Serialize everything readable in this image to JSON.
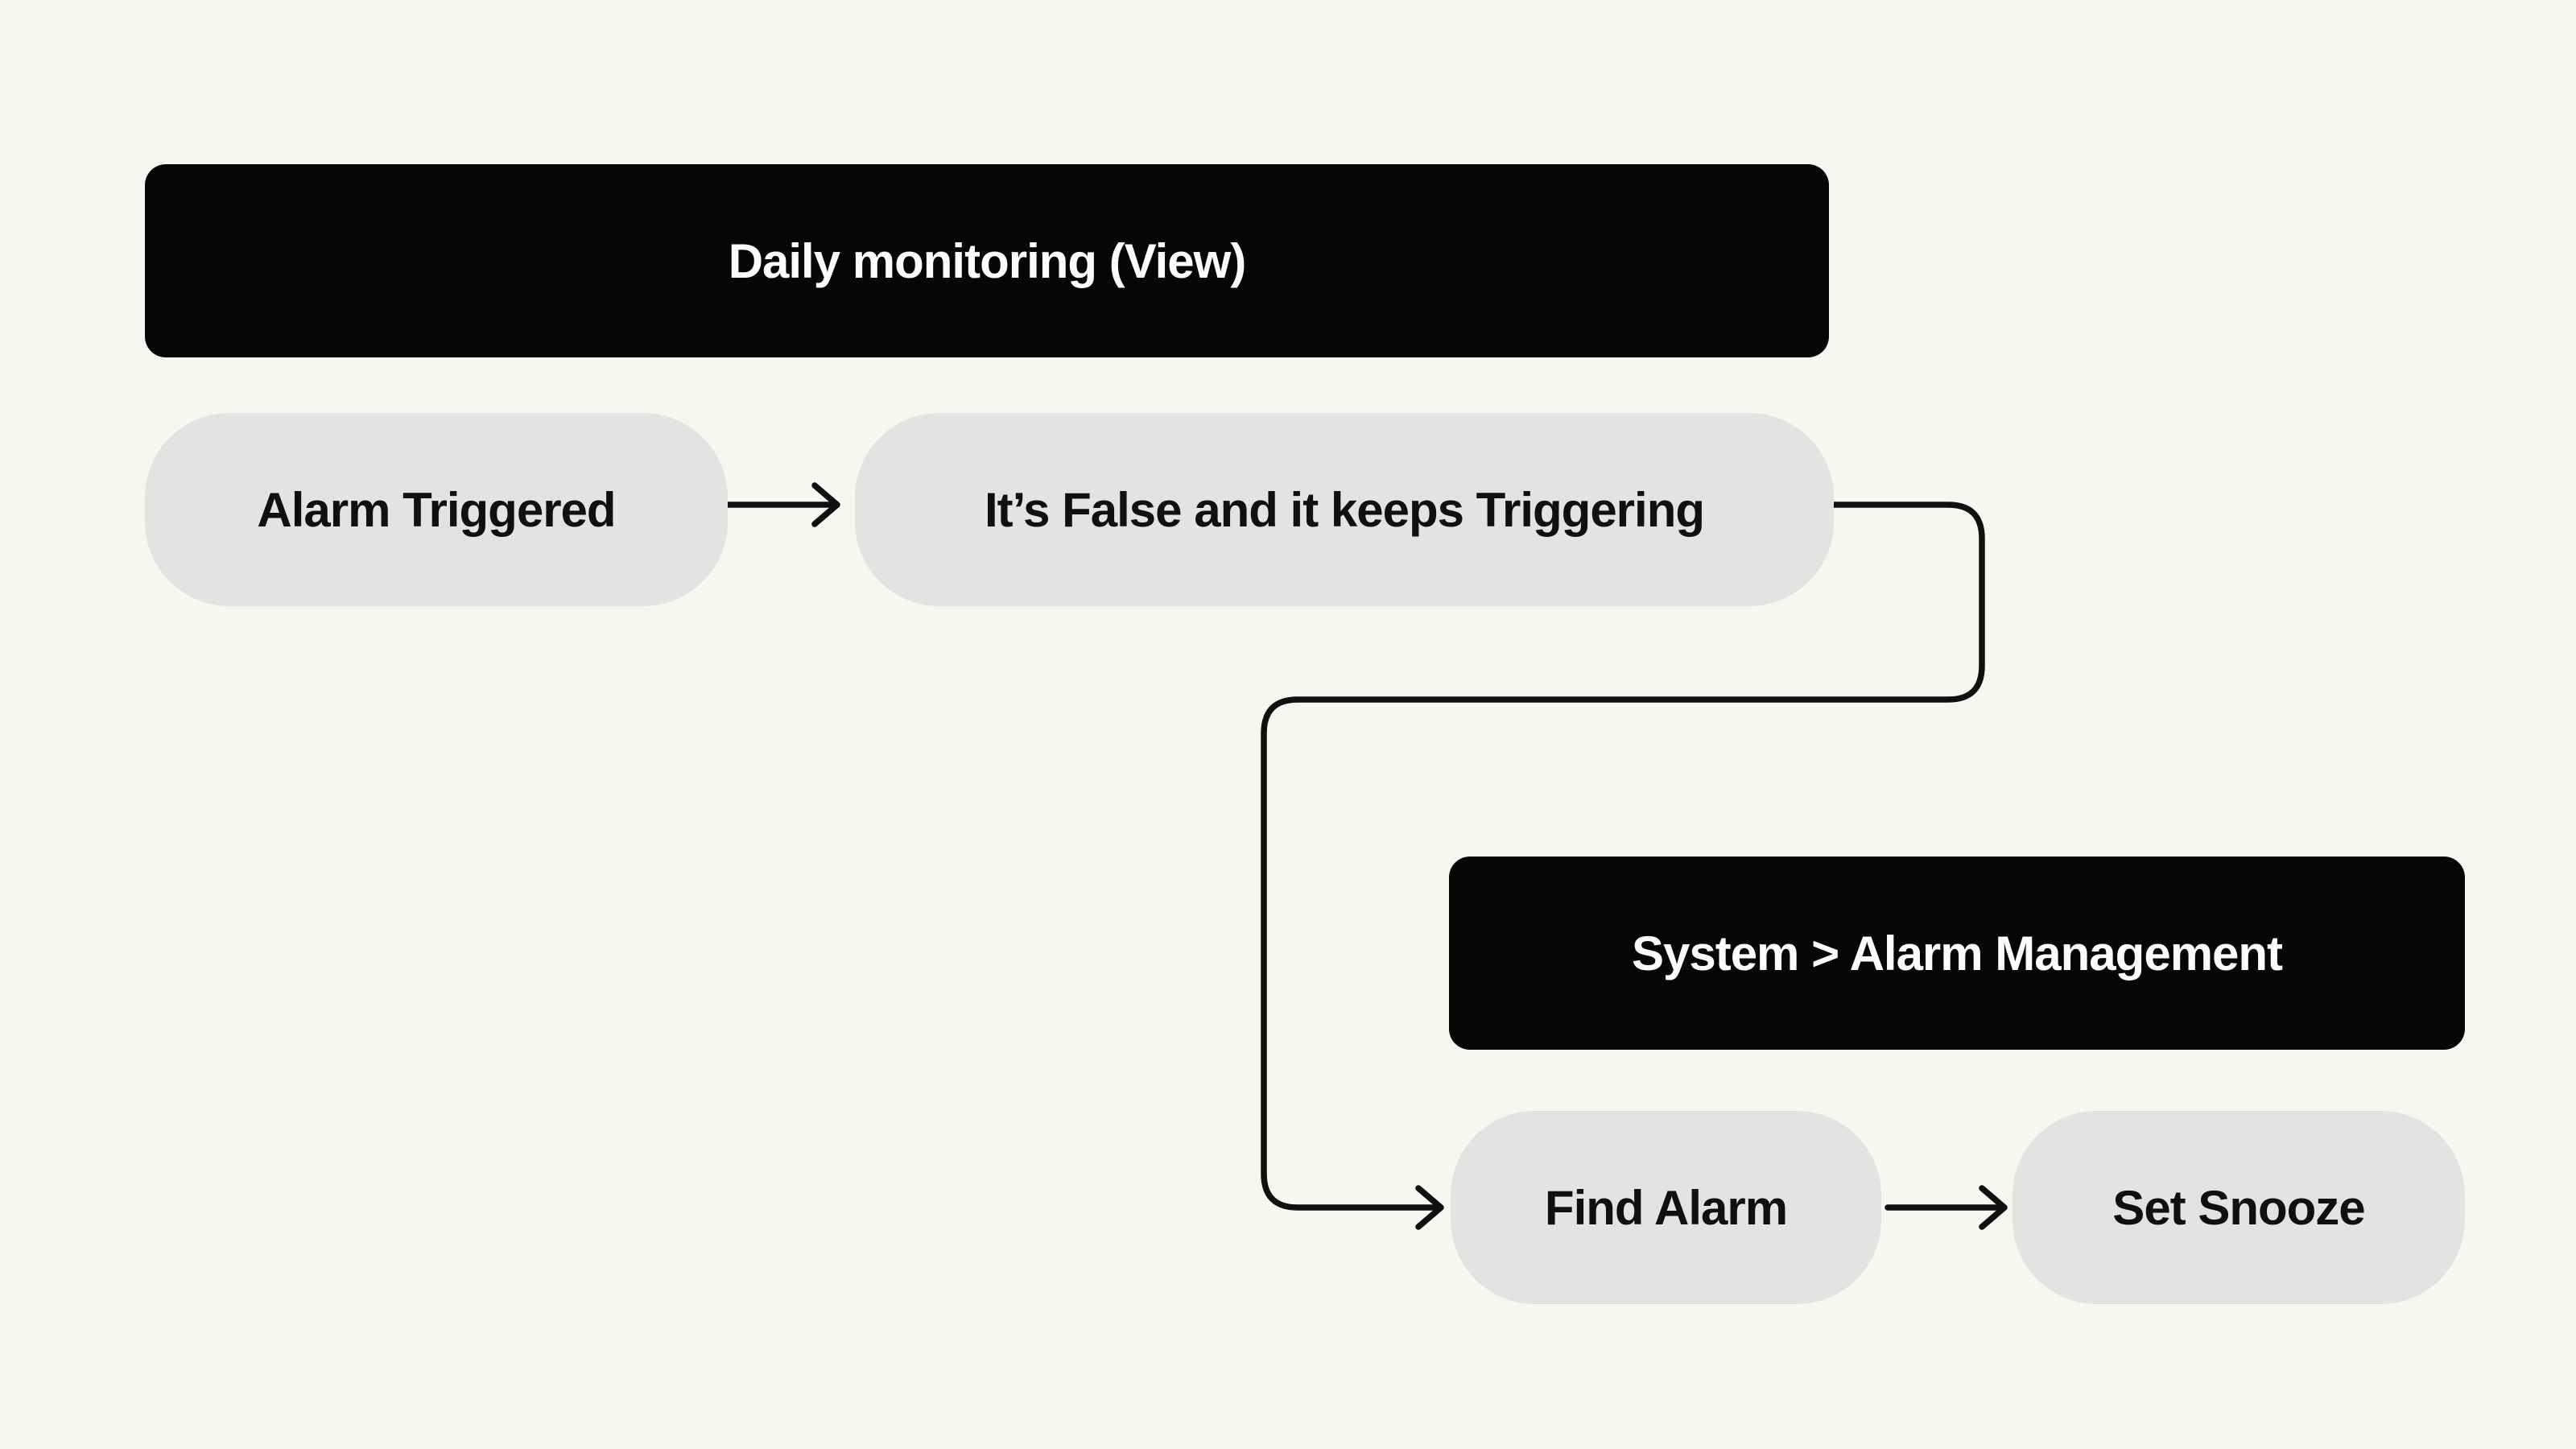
{
  "colors": {
    "background": "#F8F6F1",
    "step-fill": "#E4E3E1",
    "label-fill": "#060606",
    "step-text": "#101010",
    "label-text": "#FCFCFB",
    "edge": "#101010"
  },
  "diagram": {
    "section_labels": [
      {
        "id": "daily-monitoring",
        "text": "Daily monitoring (View)"
      },
      {
        "id": "system-alarm-management",
        "text": "System > Alarm Management"
      }
    ],
    "steps": [
      {
        "id": "alarm-triggered",
        "text": "Alarm Triggered"
      },
      {
        "id": "false-keeps-triggering",
        "text": "It’s False and it keeps Triggering"
      },
      {
        "id": "find-alarm",
        "text": "Find Alarm"
      },
      {
        "id": "set-snooze",
        "text": "Set Snooze"
      }
    ],
    "edges": [
      {
        "from": "alarm-triggered",
        "to": "false-keeps-triggering"
      },
      {
        "from": "false-keeps-triggering",
        "to": "find-alarm"
      },
      {
        "from": "find-alarm",
        "to": "set-snooze"
      }
    ]
  }
}
